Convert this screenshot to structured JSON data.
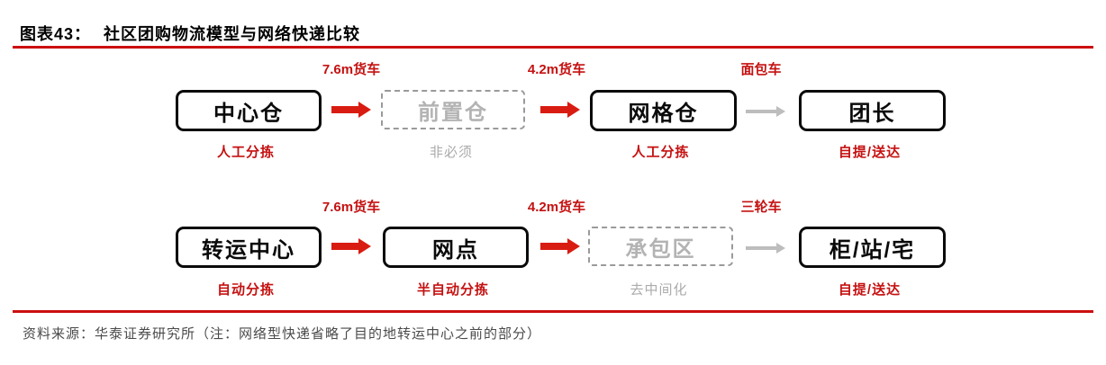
{
  "header": {
    "figure_label": "图表43：",
    "figure_title": "社区团购物流模型与网络快递比较"
  },
  "colors": {
    "accent_red": "#c51111",
    "arrow_red": "#d91c12",
    "arrow_gray": "#bdbdbd",
    "dashed_gray": "#9a9a9a",
    "node_border_black": "#0a0a0a"
  },
  "rows": [
    {
      "name": "community-group-buying-flow",
      "nodes": [
        {
          "label": "中心仓",
          "style": "solid",
          "note": "人工分拣",
          "note_style": "red"
        },
        {
          "label": "前置仓",
          "style": "dashed",
          "note": "非必须",
          "note_style": "gray"
        },
        {
          "label": "网格仓",
          "style": "solid",
          "note": "人工分拣",
          "note_style": "red"
        },
        {
          "label": "团长",
          "style": "solid",
          "note": "自提/送达",
          "note_style": "red"
        }
      ],
      "arrows": [
        {
          "label": "7.6m货车",
          "style": "red"
        },
        {
          "label": "4.2m货车",
          "style": "red"
        },
        {
          "label": "面包车",
          "style": "gray"
        }
      ]
    },
    {
      "name": "network-express-flow",
      "nodes": [
        {
          "label": "转运中心",
          "style": "solid",
          "note": "自动分拣",
          "note_style": "red"
        },
        {
          "label": "网点",
          "style": "solid",
          "note": "半自动分拣",
          "note_style": "red"
        },
        {
          "label": "承包区",
          "style": "dashed",
          "note": "去中间化",
          "note_style": "gray"
        },
        {
          "label": "柜/站/宅",
          "style": "solid",
          "note": "自提/送达",
          "note_style": "red"
        }
      ],
      "arrows": [
        {
          "label": "7.6m货车",
          "style": "red"
        },
        {
          "label": "4.2m货车",
          "style": "red"
        },
        {
          "label": "三轮车",
          "style": "gray"
        }
      ]
    }
  ],
  "footer": {
    "source_note": "资料来源：华泰证券研究所（注：网络型快递省略了目的地转运中心之前的部分）"
  }
}
